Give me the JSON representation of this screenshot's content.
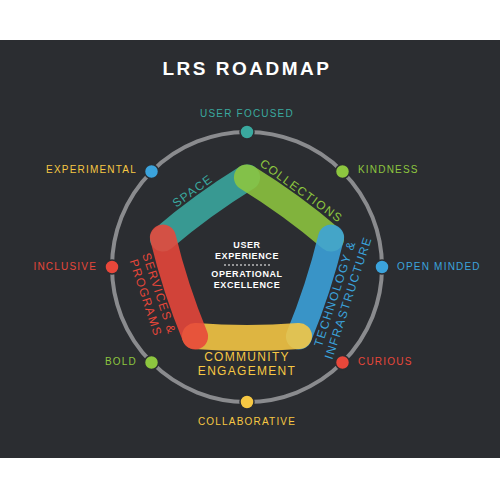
{
  "diagram": {
    "title": "LRS ROADMAP",
    "nodes": [
      {
        "text": [
          "SPACE"
        ]
      },
      {
        "text": [
          "COLLECTIONS"
        ]
      },
      {
        "text": [
          "TECHNOLOGY & INFRASTRUCTURE"
        ]
      },
      {
        "text": [
          "COMMUNITY ENGAGEMENT"
        ]
      },
      {
        "text": [
          "SERVICES & PROGRAMS"
        ]
      }
    ],
    "labels": [
      "USER FOCUSED",
      "KINDNESS",
      "OPEN MINDED",
      "CURIOUS",
      "COLLABORATIVE",
      "BOLD",
      "INCLUSIVE",
      "EXPERIMENTAL",
      "USER EXPERIENCE",
      "OPERATIONAL EXCELLENCE"
    ]
  }
}
